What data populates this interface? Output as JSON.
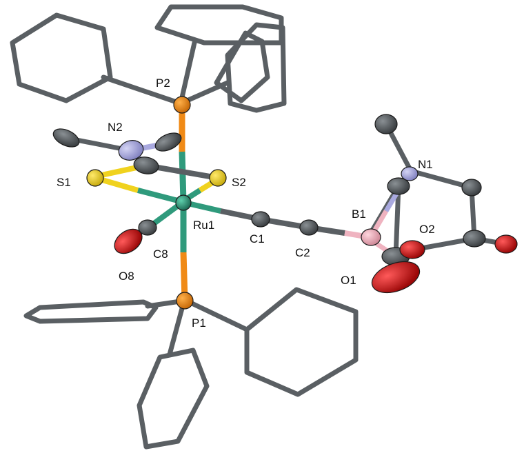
{
  "atom_labels": {
    "P2": "P2",
    "N2": "N2",
    "S1": "S1",
    "S2": "S2",
    "Ru1": "Ru1",
    "C8": "C8",
    "O8": "O8",
    "C1": "C1",
    "C2": "C2",
    "B1": "B1",
    "N1": "N1",
    "O1": "O1",
    "O2": "O2",
    "P1": "P1"
  },
  "colors": {
    "carbon": "#5a5f63",
    "phosphorus": "#f08a16",
    "sulfur": "#f0d21e",
    "nitrogen": "#a9a9df",
    "oxygen": "#d11818",
    "boron": "#efb3c0",
    "ruthenium": "#2f9a7c"
  }
}
